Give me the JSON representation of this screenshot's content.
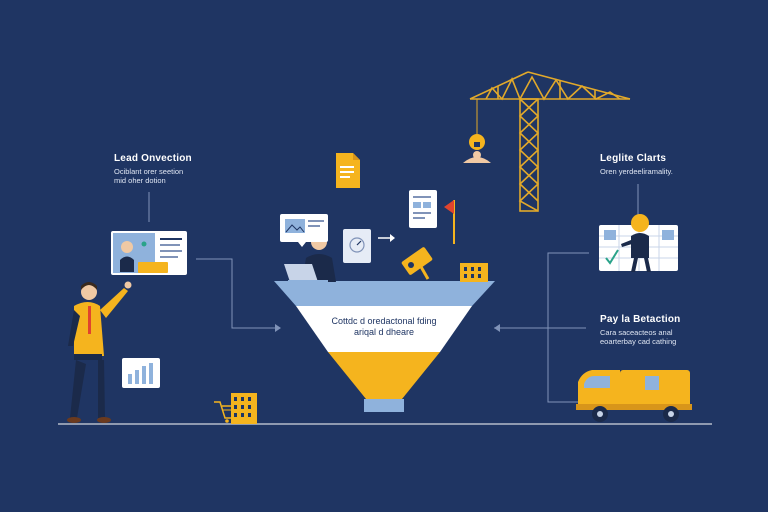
{
  "colors": {
    "background": "#1f3563",
    "accent_yellow": "#f5b41e",
    "funnel_blue": "#8fb2dc",
    "funnel_white": "#ffffff",
    "line": "#8093b8"
  },
  "labels": {
    "left": {
      "title": "Lead Onvection",
      "sub1": "Ociblant orer seetion",
      "sub2": "mid oher dotion"
    },
    "right_top": {
      "title": "Leglite Clarts",
      "sub1": "Oren yerdeeliramality."
    },
    "right_bottom": {
      "title": "Pay la Betaction",
      "sub1": "Cara saceacteos anal",
      "sub2": "eoarterbay cad cathing"
    },
    "funnel": {
      "line1": "Cottdc d oredactonal fding",
      "line2": "ariqal d dheare"
    }
  },
  "icons": [
    "person-with-laptop-icon",
    "document-icon",
    "image-card-icon",
    "form-card-icon",
    "flag-icon",
    "construction-crane-icon",
    "lightbulb-person-icon",
    "analytics-board-icon",
    "delivery-van-icon",
    "shopping-cart-icon",
    "buildings-icon",
    "bar-chart-icon"
  ]
}
